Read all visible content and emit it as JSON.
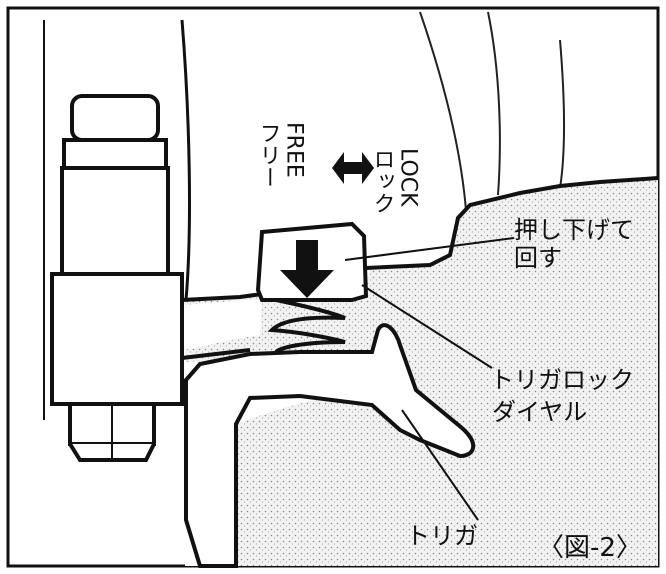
{
  "figure": {
    "title": "〈図-2〉",
    "labels": {
      "free_en": "FREE",
      "free_jp": "フリー",
      "lock_en": "LOCK",
      "lock_jp": "ロック",
      "push_turn_line1": "押し下げて",
      "push_turn_line2": "回す",
      "trigger_lock_line1": "トリガロック",
      "trigger_lock_line2": "ダイヤル",
      "trigger": "トリガ"
    }
  }
}
